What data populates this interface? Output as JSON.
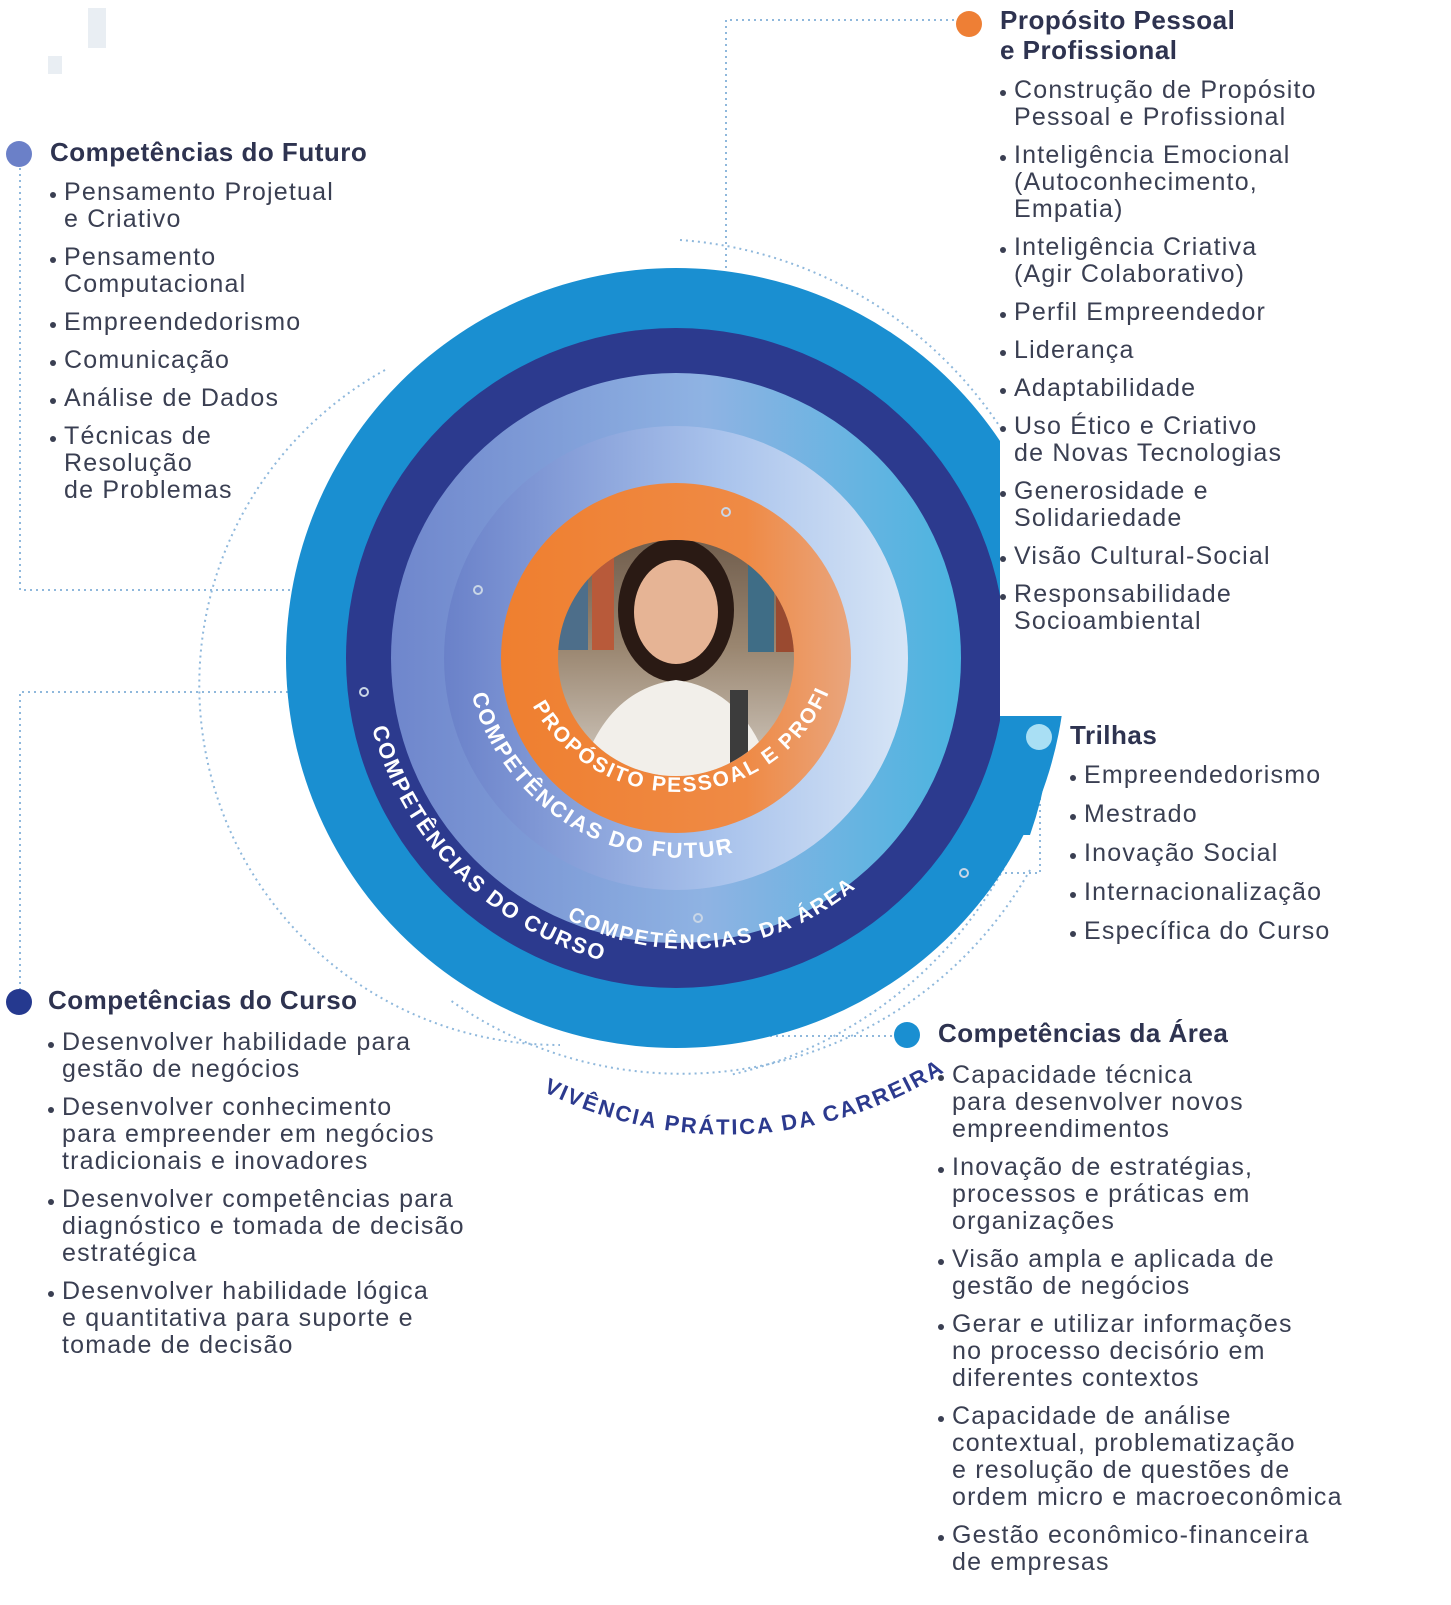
{
  "center_labels": {
    "inner": "PROPÓSITO PESSOAL E PROFISSIONAL",
    "futuro": "COMPETÊNCIAS DO FUTURO",
    "area": "COMPETÊNCIAS DA ÁREA",
    "curso": "COMPETÊNCIAS DO CURSO",
    "carreira": "VIVÊNCIA PRÁTICA DA CARREIRA"
  },
  "colors": {
    "proposito": "#ee7f35",
    "futuro": "#6b80c8",
    "curso": "#25398f",
    "trilhas": "#a9dff4",
    "area": "#1a8fd1"
  },
  "sections": {
    "futuro": {
      "title": "Competências do Futuro",
      "items": [
        "Pensamento Projetual\ne Criativo",
        "Pensamento\nComputacional",
        "Empreendedorismo",
        "Comunicação",
        "Análise de Dados",
        "Técnicas de\nResolução\nde Problemas"
      ]
    },
    "proposito": {
      "title": "Propósito Pessoal\ne Profissional",
      "items": [
        "Construção de Propósito\nPessoal e Profissional",
        "Inteligência Emocional\n(Autoconhecimento,\nEmpatia)",
        "Inteligência Criativa\n(Agir Colaborativo)",
        "Perfil Empreendedor",
        "Liderança",
        "Adaptabilidade",
        "Uso Ético e Criativo\nde Novas Tecnologias",
        "Generosidade e\nSolidariedade",
        "Visão Cultural-Social",
        "Responsabilidade\nSocioambiental"
      ]
    },
    "trilhas": {
      "title": "Trilhas",
      "items": [
        "Empreendedorismo",
        "Mestrado",
        "Inovação Social",
        "Internacionalização",
        "Específica do Curso"
      ]
    },
    "curso": {
      "title": "Competências do Curso",
      "items": [
        "Desenvolver habilidade para\ngestão de negócios",
        "Desenvolver conhecimento\npara empreender em negócios\ntradicionais e inovadores",
        "Desenvolver competências para\ndiagnóstico e tomada de decisão\nestratégica",
        "Desenvolver habilidade lógica\ne quantitativa para suporte e\ntomade de decisão"
      ]
    },
    "area": {
      "title": "Competências da Área",
      "items": [
        "Capacidade técnica\npara desenvolver novos\nempreendimentos",
        "Inovação de estratégias,\nprocessos e práticas em\norganizações",
        "Visão ampla e aplicada de\ngestão de negócios",
        "Gerar e utilizar informações\nno processo decisório em\ndiferentes contextos",
        "Capacidade de análise\ncontextual, problematização\ne resolução de questões de\nordem micro e macroeconômica",
        "Gestão econômico-financeira\nde empresas"
      ]
    }
  }
}
